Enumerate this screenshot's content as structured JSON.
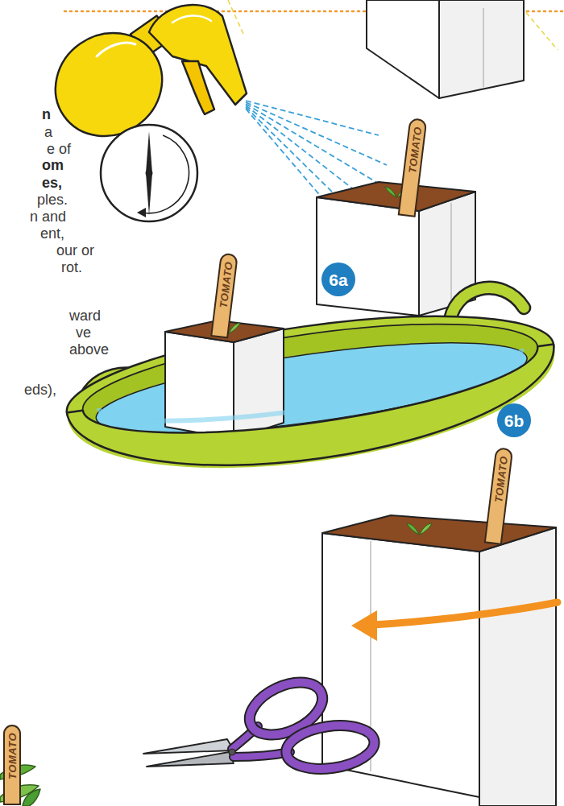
{
  "diagram": {
    "nodes": [
      {
        "text": [
          "TOMATO"
        ]
      },
      {
        "text": [
          "6a"
        ]
      },
      {
        "text": [
          "TOMATO"
        ]
      },
      {
        "text": [
          "TOMATO"
        ]
      },
      {
        "text": [
          "6b"
        ]
      },
      {
        "text": [
          "TOMATO"
        ]
      }
    ],
    "labels": [
      "n",
      "a",
      "e of",
      "om",
      "es,",
      "ples.",
      "n and",
      "ent,",
      "our or",
      "rot.",
      "ward",
      "ve",
      "above",
      "eds),"
    ]
  }
}
